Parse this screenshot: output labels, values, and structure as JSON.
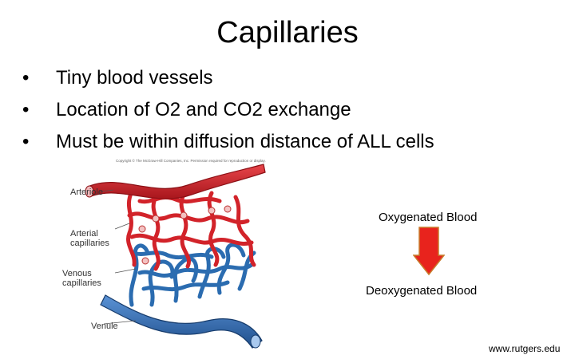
{
  "slide": {
    "title": "Capillaries",
    "bullets": [
      "Tiny blood vessels",
      "Location of O2 and CO2 exchange",
      "Must be within diffusion distance of ALL cells"
    ]
  },
  "diagram": {
    "copyright": "Copyright © The McGraw-Hill Companies, Inc. Permission required for reproduction or display.",
    "labels": {
      "arteriole": "Arteriole",
      "arterial_line1": "Arterial",
      "arterial_line2": "capillaries",
      "venous_line1": "Venous",
      "venous_line2": "capillaries",
      "venule": "Venule"
    },
    "colors": {
      "arterial": "#d2232a",
      "venous": "#2b6cb0"
    }
  },
  "legend": {
    "oxygenated": "Oxygenated Blood",
    "deoxygenated": "Deoxygenated Blood",
    "arrow_color": "#e8231d",
    "arrow_icon": "down-arrow-icon"
  },
  "footer": {
    "source": "www.rutgers.edu"
  }
}
